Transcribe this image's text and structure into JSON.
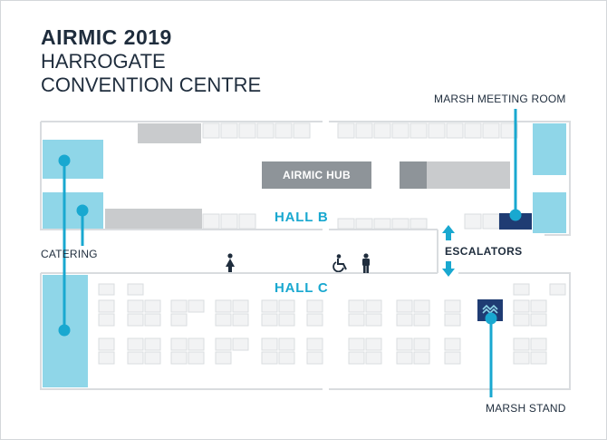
{
  "title": {
    "line1": "AIRMIC 2019",
    "line2": "HARROGATE",
    "line3": "CONVENTION CENTRE"
  },
  "labels": {
    "hub": "AIRMIC HUB",
    "hall_b": "HALL B",
    "hall_c": "HALL C",
    "escalators": "ESCALATORS",
    "catering": "CATERING",
    "marsh_meeting_room": "MARSH MEETING ROOM",
    "marsh_stand": "MARSH STAND"
  },
  "icons": [
    "female-toilet-icon",
    "accessible-toilet-icon",
    "male-toilet-icon",
    "escalator-up-arrow-icon",
    "escalator-down-arrow-icon"
  ],
  "colors": {
    "accent": "#19a8d0",
    "catering": "#8fd6e8",
    "navy": "#1f3c73",
    "dark_text": "#1f2d3d",
    "hub": "#8e9499"
  }
}
